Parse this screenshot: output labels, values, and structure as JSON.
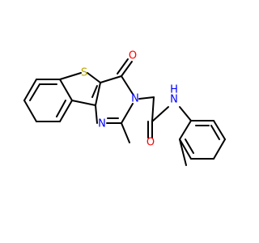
{
  "molecule": {
    "atoms": [
      {
        "label": "S",
        "color": "#b8a700"
      },
      {
        "label": "O",
        "color": "#ff0000"
      },
      {
        "label": "N",
        "color": "#0000ff"
      },
      {
        "label": "N",
        "color": "#0000ff"
      },
      {
        "label": "O",
        "color": "#ff0000"
      },
      {
        "label": "N",
        "color": "#0000ff"
      },
      {
        "label": "H",
        "color": "#0000ff"
      }
    ]
  }
}
